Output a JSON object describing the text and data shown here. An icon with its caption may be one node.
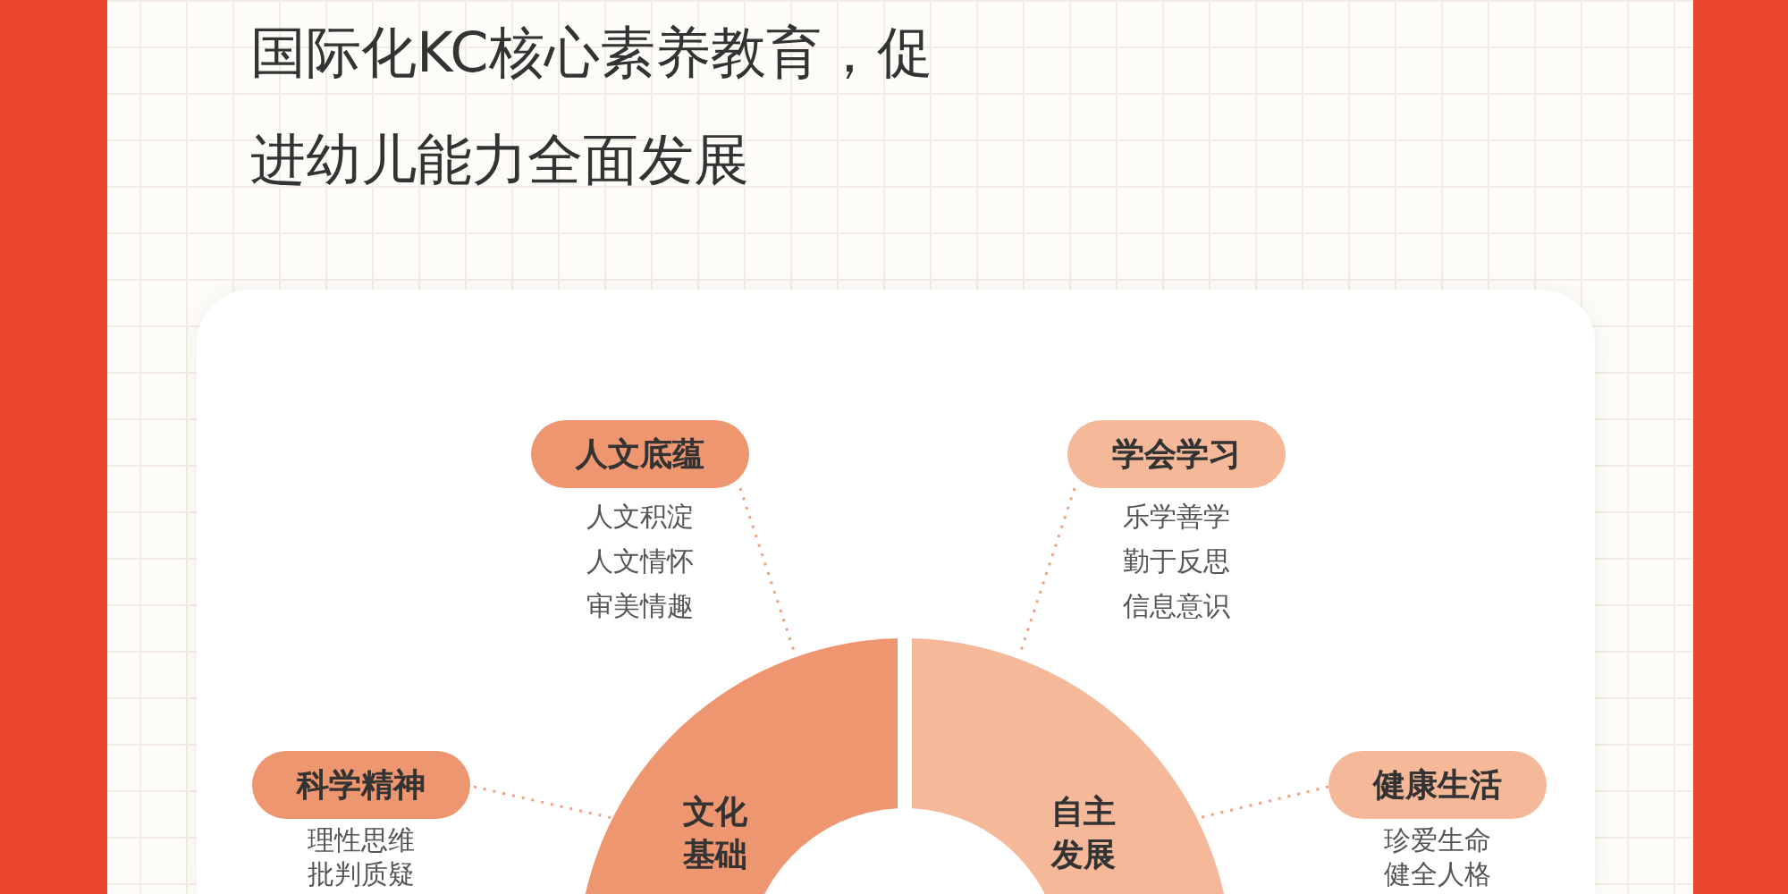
{
  "diagram": {
    "title": "国际化KC核心素养教育，促进幼儿能力全面发展",
    "nodes": [
      {
        "text": [
          "文化基础"
        ]
      },
      {
        "text": [
          "自主发展"
        ]
      },
      {
        "text": [
          "人文底蕴"
        ],
        "beside": [
          "人文积淀",
          "人文情怀",
          "审美情趣"
        ]
      },
      {
        "text": [
          "学会学习"
        ],
        "beside": [
          "乐学善学",
          "勤于反思",
          "信息意识"
        ]
      },
      {
        "text": [
          "科学精神"
        ],
        "beside": [
          "理性思维",
          "批判质疑"
        ]
      },
      {
        "text": [
          "健康生活"
        ],
        "beside": [
          "珍爱生命",
          "健全人格"
        ]
      }
    ],
    "edges": [
      {
        "from": 2,
        "to": 0,
        "arrow": "none",
        "style": "dashed"
      },
      {
        "from": 3,
        "to": 1,
        "arrow": "none",
        "style": "dashed"
      },
      {
        "from": 4,
        "to": 0,
        "arrow": "none",
        "style": "dashed"
      },
      {
        "from": 5,
        "to": 1,
        "arrow": "none",
        "style": "dashed"
      }
    ]
  }
}
